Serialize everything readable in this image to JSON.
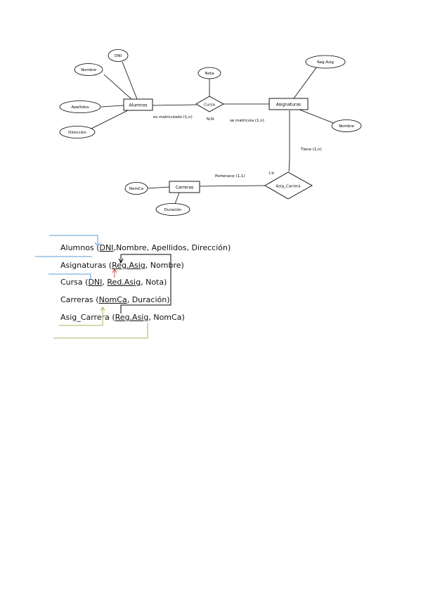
{
  "er": {
    "entities": {
      "alumnos": "Alumnos",
      "asignaturas": "Asignaturas",
      "carreras": "Carreras"
    },
    "relationships": {
      "cursa": "Cursa",
      "asig_carrera": "Asig_Carrera"
    },
    "attributes": {
      "dni": "DNI",
      "nombre_alumno": "Nombre",
      "apellidos": "Apellidos",
      "direccion": "Dirección",
      "nota": "Nota",
      "reg_asig": "Reg.Asig",
      "nombre_asig": "Nombre",
      "nomca": "NomCa",
      "duracion": "Duración"
    },
    "edge_labels": {
      "alumnos_cursa": "es matriculado (1,n)",
      "cursa_mark": "N:N",
      "cursa_asignaturas": "se matricula (1,n)",
      "tiene": "Tiene (1,n)",
      "pertenece": "Pertenece (1,1)",
      "asig_mark": "1:N"
    }
  },
  "schema": {
    "alumnos": {
      "name": "Alumnos",
      "open": " (",
      "pk": "DNI",
      "rest": ",Nombre, Apellidos, Dirección)"
    },
    "asignaturas": {
      "name": "Asignaturas",
      "open": " (",
      "pk": "Reg.Asig",
      "rest": ", Nombre)"
    },
    "cursa": {
      "name": "Cursa",
      "open": " (",
      "pk1": "DNI",
      "sep": ", ",
      "pk2": "Red.Asig",
      "rest": ", Nota)"
    },
    "carreras": {
      "name": "Carreras",
      "open": " (",
      "pk": "NomCa",
      "rest": ", Duración)"
    },
    "asig_carrera": {
      "name": "Asig_Carrera",
      "open": " (",
      "pk": "Reg.Asig",
      "rest": ", NomCa)"
    }
  },
  "colors": {
    "blue": "#5b9bd5",
    "green": "#9bbb59",
    "red": "#c0504d",
    "black": "#000000"
  }
}
